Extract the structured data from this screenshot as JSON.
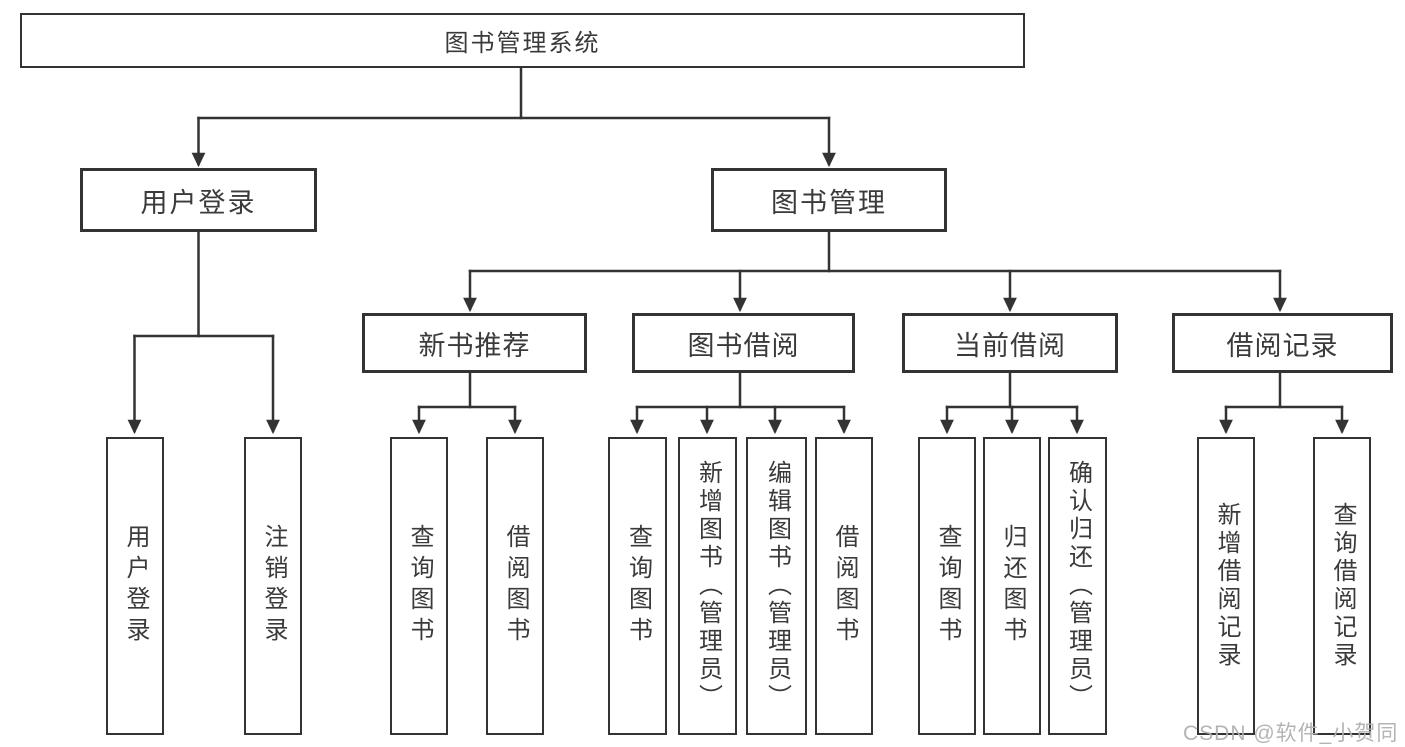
{
  "tree": {
    "root": {
      "label": "图书管理系统"
    },
    "branches": [
      {
        "label": "用户登录",
        "children": [
          {
            "label": "用户登录"
          },
          {
            "label": "注销登录"
          }
        ]
      },
      {
        "label": "图书管理",
        "children": [
          {
            "label": "新书推荐",
            "children": [
              {
                "label": "查询图书"
              },
              {
                "label": "借阅图书"
              }
            ]
          },
          {
            "label": "图书借阅",
            "children": [
              {
                "label": "查询图书"
              },
              {
                "label": "新增图书（管理员）"
              },
              {
                "label": "编辑图书（管理员）"
              },
              {
                "label": "借阅图书"
              }
            ]
          },
          {
            "label": "当前借阅",
            "children": [
              {
                "label": "查询图书"
              },
              {
                "label": "归还图书"
              },
              {
                "label": "确认归还（管理员）"
              }
            ]
          },
          {
            "label": "借阅记录",
            "children": [
              {
                "label": "新增借阅记录"
              },
              {
                "label": "查询借阅记录"
              }
            ]
          }
        ]
      }
    ]
  },
  "watermark": {
    "text": "CSDN @软件_小贺同学",
    "color": "#b0b0b0"
  },
  "colors": {
    "box_border": "#333333",
    "connector_line": "#333333",
    "text": "#3a3a3a",
    "background": "#ffffff"
  }
}
